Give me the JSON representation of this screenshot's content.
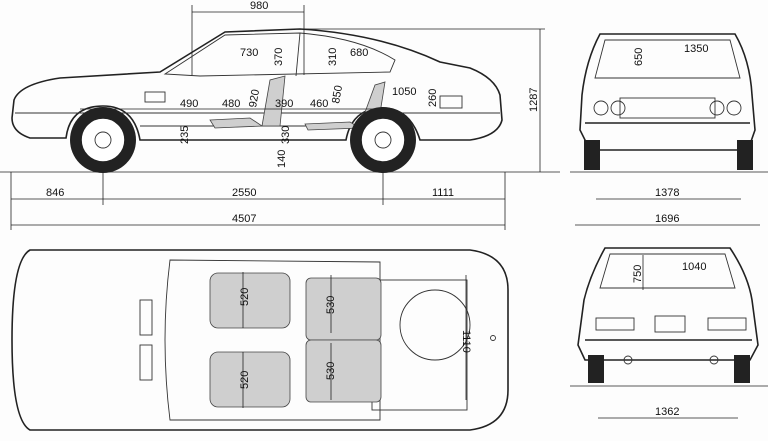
{
  "side_view": {
    "dimensions": [
      "980",
      "730",
      "370",
      "310",
      "680",
      "920",
      "850",
      "1050",
      "260",
      "490",
      "480",
      "390",
      "460",
      "330",
      "235",
      "140",
      "1287"
    ],
    "overall": {
      "front_overhang": "846",
      "wheelbase": "2550",
      "rear_overhang": "1111",
      "length": "4507"
    }
  },
  "front_view": {
    "windshield_height": "650",
    "roof_width": "1350",
    "track": "1378",
    "width": "1696"
  },
  "top_view": {
    "front_seat_left": "520",
    "front_seat_right": "520",
    "rear_seat_left": "530",
    "rear_seat_right": "530",
    "trunk_width": "1110"
  },
  "rear_view": {
    "rear_window_height": "750",
    "rear_window_width": "1040",
    "track": "1362"
  }
}
